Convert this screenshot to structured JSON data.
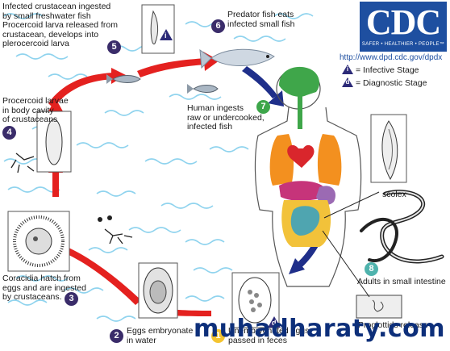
{
  "logo": {
    "letters": "CDC",
    "tagline": "SAFER • HEALTHIER • PEOPLE™"
  },
  "url": "http://www.dpd.cdc.gov/dpdx",
  "legend": {
    "infective": {
      "symbol": "i",
      "text": "= Infective Stage"
    },
    "diagnostic": {
      "symbol": "d",
      "text": "= Diagnostic Stage"
    }
  },
  "stages": [
    {
      "num": "1",
      "lines": [
        "Unembryonated eggs",
        "passed in feces"
      ]
    },
    {
      "num": "2",
      "lines": [
        "Eggs embryonate",
        "in water"
      ]
    },
    {
      "num": "3",
      "lines": [
        "Coracidia hatch from",
        "eggs and are ingested",
        "by crustaceans."
      ]
    },
    {
      "num": "4",
      "lines": [
        "Procercoid larvae",
        "in body cavity",
        "of crustaceans"
      ]
    },
    {
      "num": "5",
      "lines": [
        "Infected crustacean ingested",
        "by small freshwater fish",
        "Procercoid larva released from",
        "crustacean, develops into",
        "plerocercoid larva"
      ]
    },
    {
      "num": "6",
      "lines": [
        "Predator fish eats",
        "infected small fish"
      ]
    },
    {
      "num": "7",
      "lines": [
        "Human ingests",
        "raw or undercooked,",
        "infected fish"
      ]
    },
    {
      "num": "8",
      "lines": [
        "Adults in small intestine"
      ]
    }
  ],
  "labels": {
    "scolex": "scolex",
    "proglottids": "Proglottids release"
  },
  "brand": "muhadharaty.com"
}
